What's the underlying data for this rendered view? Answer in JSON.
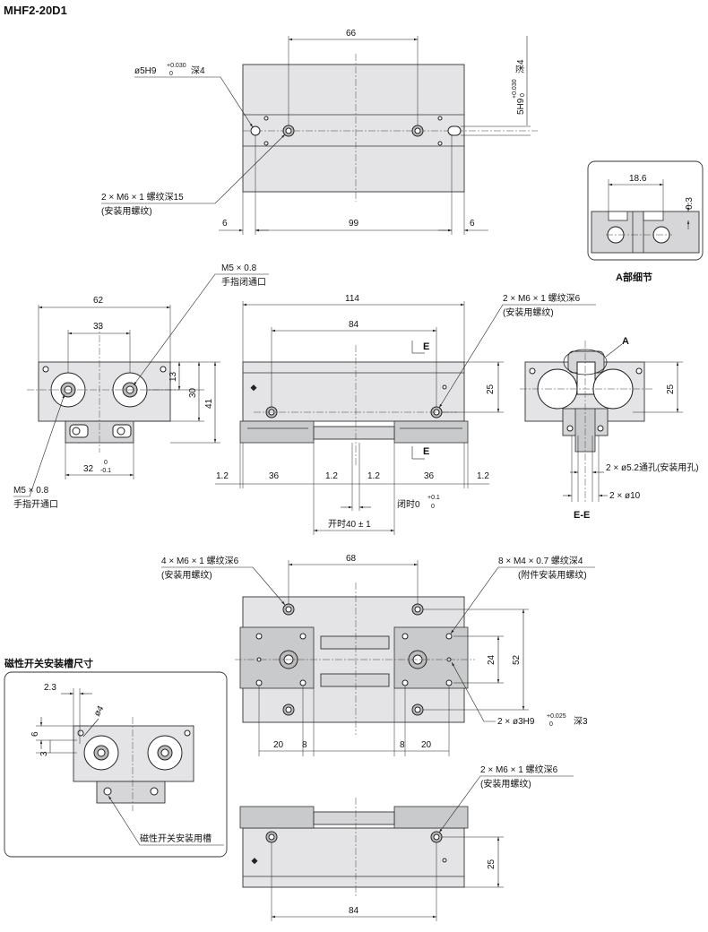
{
  "title": "MHF2-20D1",
  "top_view": {
    "dim_66": "66",
    "dim_6_left": "6",
    "dim_99": "99",
    "dim_6_right": "6",
    "pin_hole": "ø5H9",
    "pin_tol_upper": "+0.030",
    "pin_tol_lower": "0",
    "pin_depth": "深4",
    "slot_fit": "5H9",
    "slot_tol_upper": "+0.030",
    "slot_tol_lower": "0",
    "slot_depth": "深4",
    "thread_note": "2 × M6 × 1 螺纹深15",
    "thread_sub": "(安装用螺纹)"
  },
  "detail_a": {
    "dim_18_6": "18.6",
    "dim_0_3": "0.3",
    "caption": "A部细节"
  },
  "end_view": {
    "dim_62": "62",
    "dim_33": "33",
    "dim_13": "13",
    "dim_30": "30",
    "dim_41": "41",
    "dim_32": "32",
    "dim_32_tol_upper": "0",
    "dim_32_tol_lower": "-0.1",
    "port_close": "M5 × 0.8",
    "port_close_sub": "手指闭通口",
    "port_open": "M5 × 0.8",
    "port_open_sub": "手指开通口"
  },
  "front_view": {
    "dim_114": "114",
    "dim_84": "84",
    "dim_25": "25",
    "section_mark": "E",
    "thread_note": "2 × M6 × 1 螺纹深6",
    "thread_sub": "(安装用螺纹)",
    "bottom_dims": [
      "1.2",
      "36",
      "1.2",
      "1.2",
      "36",
      "1.2"
    ],
    "closed_label": "闭时0",
    "closed_tol_upper": "+0.1",
    "closed_tol_lower": "0",
    "open_label": "开时40 ± 1"
  },
  "section_view": {
    "callout_a": "A",
    "dim_25": "25",
    "through_hole": "2 × ø5.2通孔(安装用孔)",
    "counterbore": "2 × ø10",
    "caption": "E-E"
  },
  "bottom_view": {
    "thread_note": "4 × M6 × 1 螺纹深6",
    "thread_sub": "(安装用螺纹)",
    "dim_68": "68",
    "acc_note": "8 × M4 × 0.7 螺纹深4",
    "acc_sub": "(附件安装用螺纹)",
    "dim_24": "24",
    "dim_52": "52",
    "pin_hole": "2 × ø3H9",
    "pin_tol_upper": "+0.025",
    "pin_tol_lower": "0",
    "pin_depth": "深3",
    "bottom_dims": [
      "20",
      "8",
      "8",
      "20"
    ]
  },
  "switch_groove": {
    "title": "磁性开关安装槽尺寸",
    "dim_2_3": "2.3",
    "dim_4": "ø4",
    "dim_6": "6",
    "dim_3": "3",
    "label": "磁性开关安装用槽"
  },
  "lower_front": {
    "thread_note": "2 × M6 × 1 螺纹深6",
    "thread_sub": "(安装用螺纹)",
    "dim_25": "25",
    "dim_84": "84"
  }
}
